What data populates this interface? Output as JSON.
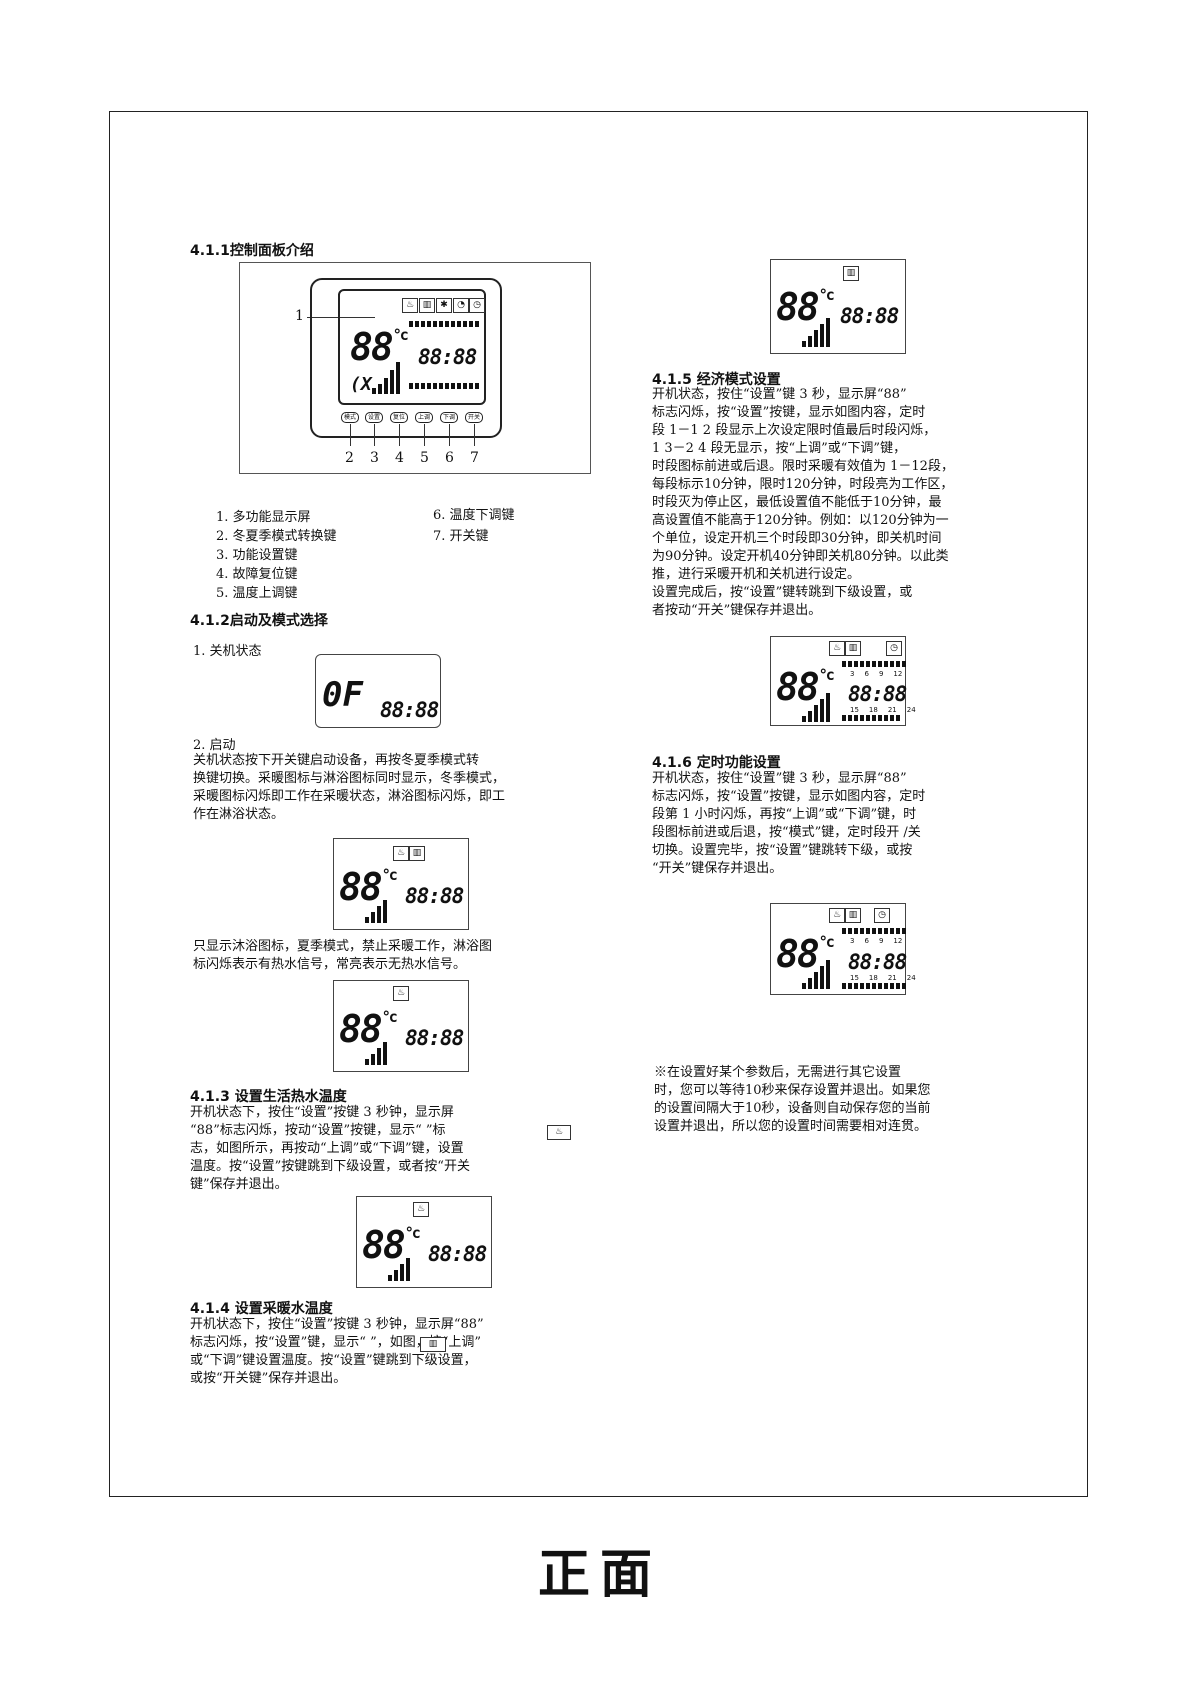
{
  "page": {
    "footer": "正面"
  },
  "left": {
    "h1": "4.1.1控制面板介绍",
    "panel": {
      "callout_1": "1",
      "lcd_big": "88",
      "lcd_deg": "°c",
      "lcd_time": "88:88",
      "lcd_left_icons": "(X",
      "button_numbers": [
        "2",
        "3",
        "4",
        "5",
        "6",
        "7"
      ]
    },
    "legend": [
      "1. 多功能显示屏",
      "2. 冬夏季模式转换键",
      "3. 功能设置键",
      "4. 故障复位键",
      "5. 温度上调键",
      "6. 温度下调键",
      "7. 开关键"
    ],
    "h2": "4.1.2启动及模式选择",
    "sub1": "1. 关机状态",
    "off_lcd": {
      "big": "0F",
      "time": "88:88"
    },
    "sub2": "2. 启动",
    "p_start": "    关机状态按下开关键启动设备，再按冬夏季模式转\n换键切换。采暖图标与淋浴图标同时显示，冬季模式，\n采暖图标闪烁即工作在采暖状态，淋浴图标闪烁，即工\n作在淋浴状态。",
    "lcd_winter": {
      "big": "88",
      "deg": "°c",
      "time": "88:88"
    },
    "p_summer": "        只显示沐浴图标，夏季模式，禁止采暖工作，淋浴图\n标闪烁表示有热水信号，常亮表示无热水信号。",
    "lcd_summer": {
      "big": "88",
      "deg": "°c",
      "time": "88:88"
    },
    "h3": "4.1.3 设置生活热水温度",
    "p_413": "    开机状态下，按住“设置”按键 3 秒钟，显示屏\n“88”标志闪烁，按动“设置”按键，显示“     ”标\n志，如图所示，再按动“上调”或“下调”键，设置\n温度。按“设置”按键跳到下级设置，或者按“开关\n键”保存并退出。",
    "lcd_413": {
      "big": "88",
      "deg": "°c",
      "time": "88:88"
    },
    "h4": "4.1.4 设置采暖水温度",
    "p_414": "    开机状态下，按住“设置”按键 3 秒钟，显示屏“88”\n标志闪烁，按“设置”键，显示“      ”，如图，按“上调”\n或“下调”键设置温度。按“设置”键跳到下级设置，\n或按“开关键”保存并退出。"
  },
  "right": {
    "lcd_415": {
      "big": "88",
      "deg": "°c",
      "time": "88:88"
    },
    "h5": "4.1.5  经济模式设置",
    "p_415": "    开机状态，按住“设置”键 3 秒，显示屏“88”\n标志闪烁，按“设置”按键，显示如图内容，定时\n段 1－1 2 段显示上次设定限时值最后时段闪烁，\n 1 3－2 4 段无显示，按“上调”或“下调”键，\n时段图标前进或后退。限时采暖有效值为 1－12段，\n每段标示10分钟，限时120分钟，时段亮为工作区，\n时段灭为停止区，最低设置值不能低于10分钟，最\n高设置值不能高于120分钟。例如：以120分钟为一\n个单位，设定开机三个时段即30分钟，即关机时间\n为90分钟。设定开机40分钟即关机80分钟。以此类\n推，进行采暖开机和关机进行设定。\n设置完成后，按“设置”键转跳到下级设置，或\n者按动“开关”键保存并退出。",
    "lcd_415b": {
      "big": "88",
      "deg": "°c",
      "time": "88:88",
      "ticks_top": [
        "3",
        "6",
        "9",
        "12"
      ],
      "ticks_bottom": [
        "15",
        "18",
        "21",
        "24"
      ]
    },
    "h6": "4.1.6  定时功能设置",
    "p_416": "    开机状态，按住“设置”键 3 秒，显示屏“88”\n标志闪烁，按“设置”按键，显示如图内容，定时\n段第 1 小时闪烁，再按“上调”或“下调”键，时\n段图标前进或后退，按“模式”键，定时段开 /关\n切换。设置完毕，按“设置”键跳转下级，或按\n“开关”键保存并退出。",
    "lcd_416": {
      "big": "88",
      "deg": "°c",
      "time": "88:88",
      "ticks_top": [
        "3",
        "6",
        "9",
        "12"
      ],
      "ticks_bottom": [
        "15",
        "18",
        "21",
        "24"
      ]
    },
    "note": "    ※在设置好某个参数后，无需进行其它设置\n时，您可以等待10秒来保存设置并退出。如果您\n的设置间隔大于10秒，设备则自动保存您的当前\n设置并退出，所以您的设置时间需要相对连贯。"
  }
}
